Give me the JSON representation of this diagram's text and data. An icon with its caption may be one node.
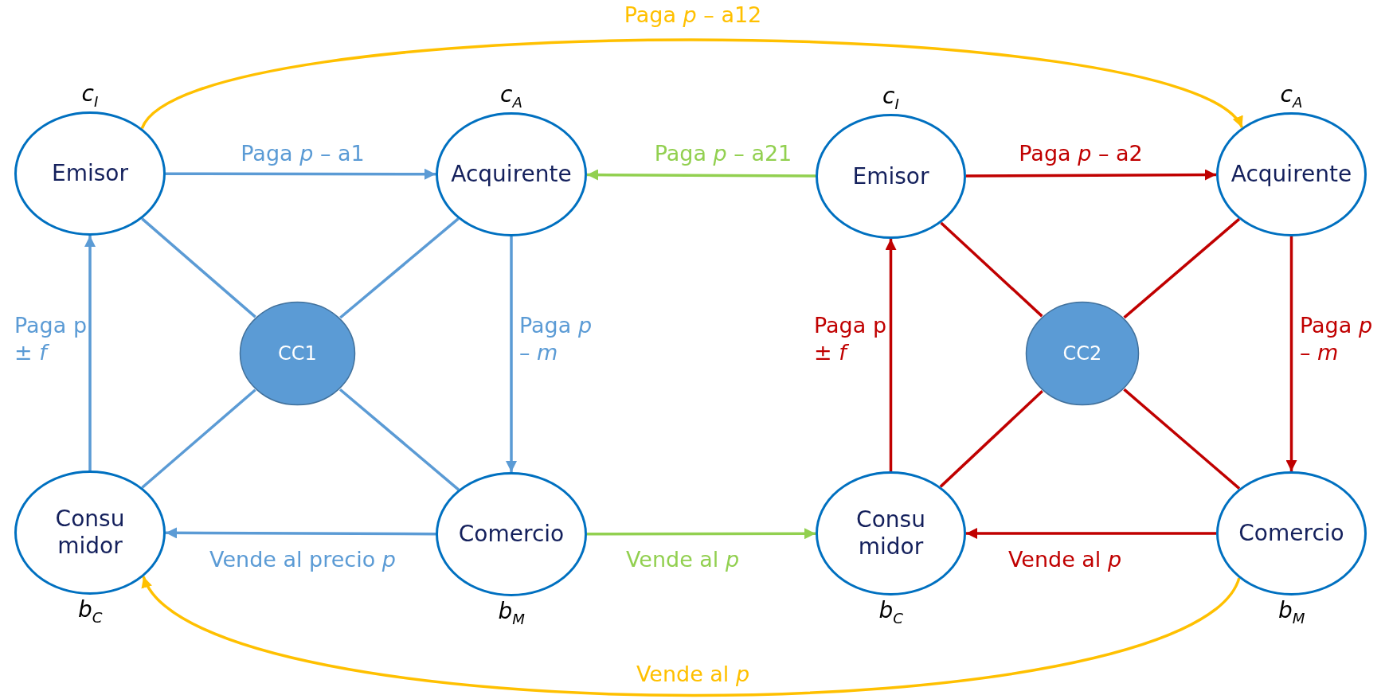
{
  "diagram": {
    "nodes": [
      {
        "text": [
          "Emisor"
        ],
        "beside": [
          "c$_{I}$"
        ]
      },
      {
        "text": [
          "Acquirente"
        ],
        "beside": [
          "c$_{A}$"
        ]
      },
      {
        "text": [
          "Emisor"
        ],
        "beside": [
          "c$_{I}$"
        ]
      },
      {
        "text": [
          "Acquirente"
        ],
        "beside": [
          "c$_{A}$"
        ]
      },
      {
        "text": [
          "CC1"
        ]
      },
      {
        "text": [
          "CC2"
        ]
      },
      {
        "text": [
          "Consu midor"
        ],
        "beside": [
          "b$_{C}$"
        ]
      },
      {
        "text": [
          "Comercio"
        ],
        "beside": [
          "b$_{M}$"
        ]
      },
      {
        "text": [
          "Consu midor"
        ],
        "beside": [
          "b$_{C}$"
        ]
      },
      {
        "text": [
          "Comercio"
        ],
        "beside": [
          "b$_{M}$"
        ]
      }
    ],
    "edges": [
      {
        "from": 0,
        "to": 1,
        "arrow": "to",
        "label": "Paga *p* – a1",
        "color": "#5b9bd5"
      },
      {
        "from": 2,
        "to": 1,
        "arrow": "to",
        "label": "Paga *p* – a21",
        "color": "#92d050"
      },
      {
        "from": 2,
        "to": 3,
        "arrow": "to",
        "label": "Paga *p* – a2",
        "color": "#c00000"
      },
      {
        "from": 0,
        "to": 3,
        "arrow": "to",
        "label": "Paga *p* – a12",
        "color": "#ffc000"
      },
      {
        "from": 6,
        "to": 0,
        "arrow": "to",
        "label": "Paga p ± *f*",
        "color": "#5b9bd5"
      },
      {
        "from": 1,
        "to": 7,
        "arrow": "to",
        "label": "Paga *p* – *m*",
        "color": "#5b9bd5"
      },
      {
        "from": 8,
        "to": 2,
        "arrow": "to",
        "label": "Paga p ± *f*",
        "color": "#c00000"
      },
      {
        "from": 3,
        "to": 9,
        "arrow": "to",
        "label": "Paga *p* – *m*",
        "color": "#c00000"
      },
      {
        "from": 7,
        "to": 6,
        "arrow": "to",
        "label": "Vende al precio *p*",
        "color": "#5b9bd5"
      },
      {
        "from": 7,
        "to": 8,
        "arrow": "to",
        "label": "Vende al *p*",
        "color": "#92d050"
      },
      {
        "from": 9,
        "to": 8,
        "arrow": "to",
        "label": "Vende al *p*",
        "color": "#c00000"
      },
      {
        "from": 9,
        "to": 6,
        "arrow": "to",
        "label": "Vende al *p*",
        "color": "#ffc000"
      },
      {
        "from": 4,
        "to": 0,
        "arrow": "none",
        "color": "#5b9bd5"
      },
      {
        "from": 4,
        "to": 1,
        "arrow": "none",
        "color": "#5b9bd5"
      },
      {
        "from": 4,
        "to": 6,
        "arrow": "none",
        "color": "#5b9bd5"
      },
      {
        "from": 4,
        "to": 7,
        "arrow": "none",
        "color": "#5b9bd5"
      },
      {
        "from": 5,
        "to": 2,
        "arrow": "none",
        "color": "#c00000"
      },
      {
        "from": 5,
        "to": 3,
        "arrow": "none",
        "color": "#c00000"
      },
      {
        "from": 5,
        "to": 8,
        "arrow": "none",
        "color": "#c00000"
      },
      {
        "from": 5,
        "to": 9,
        "arrow": "none",
        "color": "#c00000"
      }
    ]
  }
}
